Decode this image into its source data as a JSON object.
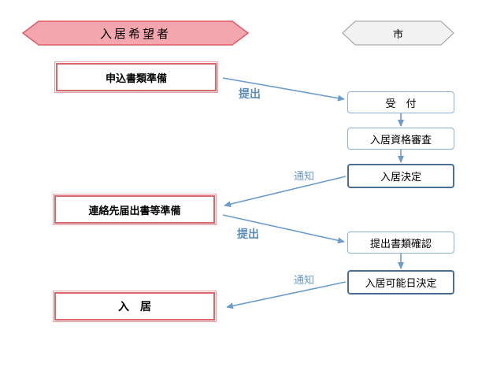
{
  "headers": {
    "applicant": "入居希望者",
    "city": "市"
  },
  "applicant_steps": [
    "申込書類準備",
    "連絡先届出書等準備",
    "入　居"
  ],
  "city_steps": [
    "受　付",
    "入居資格審査",
    "入居決定",
    "提出書類確認",
    "入居可能日決定"
  ],
  "arrow_labels": {
    "submit_1": "提出",
    "notify_1": "通知",
    "submit_2": "提出",
    "notify_2": "通知"
  },
  "colors": {
    "applicant_header_fill": "#f4a6ae",
    "applicant_header_border": "#e05a66",
    "city_header_fill": "#f2f2f2",
    "arrow": "#6a9bcd"
  }
}
